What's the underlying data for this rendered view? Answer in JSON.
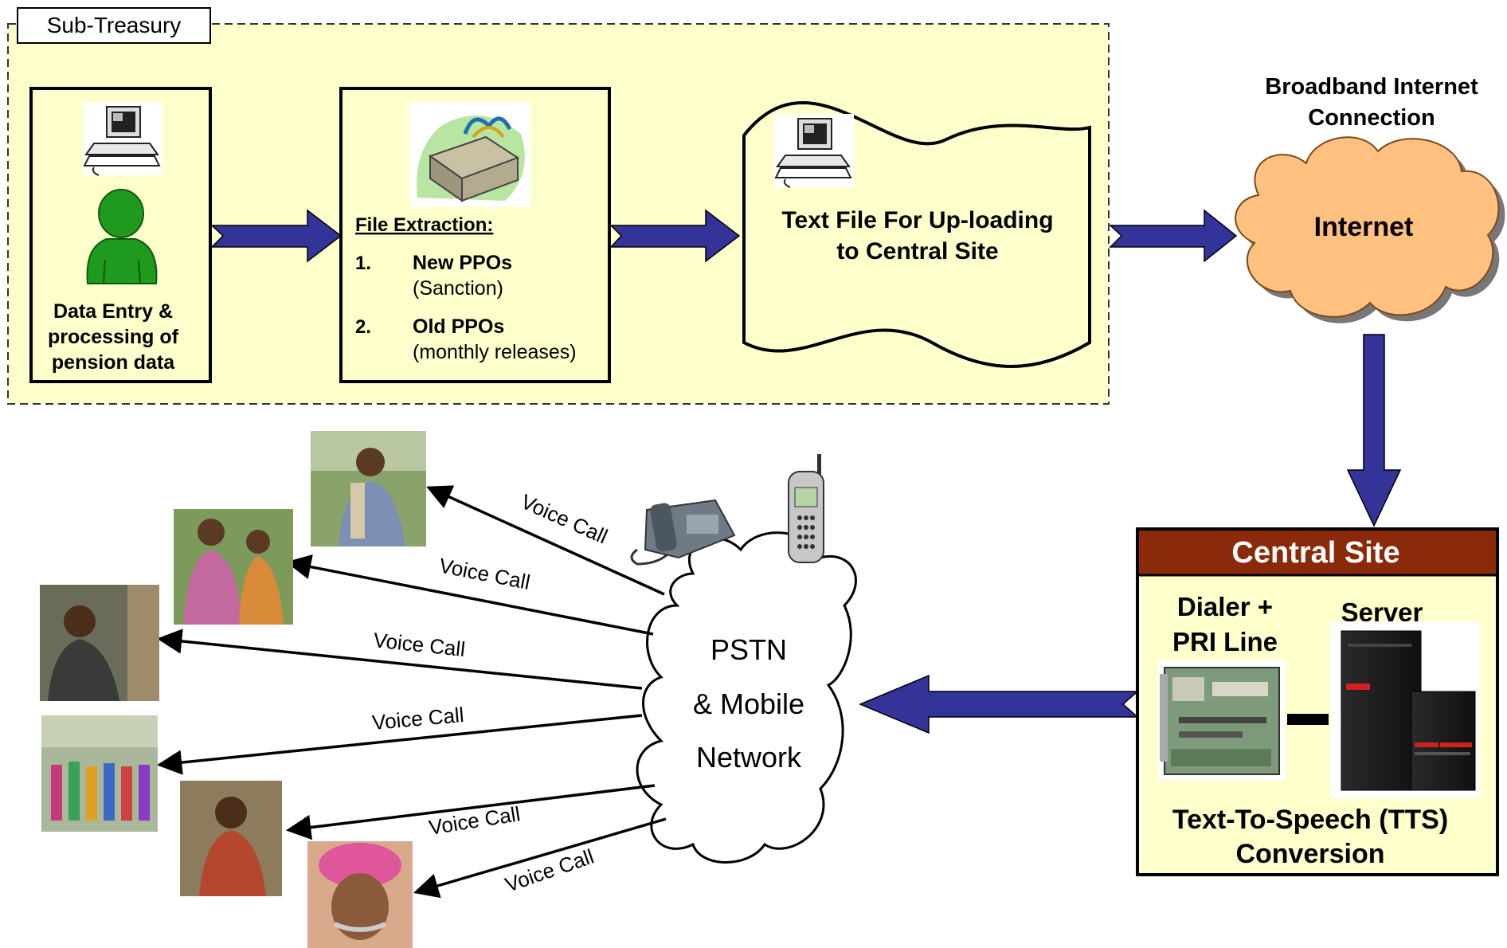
{
  "sub_treasury": {
    "label": "Sub-Treasury",
    "data_entry": {
      "line1": "Data Entry &",
      "line2": "processing of",
      "line3": "pension data"
    },
    "file_extraction": {
      "heading": "File Extraction:",
      "item1_num": "1.",
      "item1_title": "New PPOs",
      "item1_sub": "(Sanction)",
      "item2_num": "2.",
      "item2_title": "Old PPOs",
      "item2_sub": "(monthly releases)"
    },
    "text_file": {
      "line1": "Text File For Up-loading",
      "line2": "to Central Site"
    }
  },
  "internet": {
    "caption_line1": "Broadband Internet",
    "caption_line2": "Connection",
    "label": "Internet"
  },
  "central_site": {
    "title": "Central Site",
    "dialer_line1": "Dialer +",
    "dialer_line2": "PRI Line",
    "server": "Server",
    "tts_line1": "Text-To-Speech (TTS)",
    "tts_line2": "Conversion"
  },
  "network": {
    "line1": "PSTN",
    "line2": "& Mobile",
    "line3": "Network"
  },
  "voice_calls": [
    "Voice Call",
    "Voice Call",
    "Voice Call",
    "Voice Call",
    "Voice Call",
    "Voice Call"
  ],
  "colors": {
    "panel_fill": "#FFFFCC",
    "arrow_fill": "#33339A",
    "cloud_fill": "#FFC080",
    "central_header": "#8B2A0A",
    "person_green": "#1E9B1E"
  }
}
